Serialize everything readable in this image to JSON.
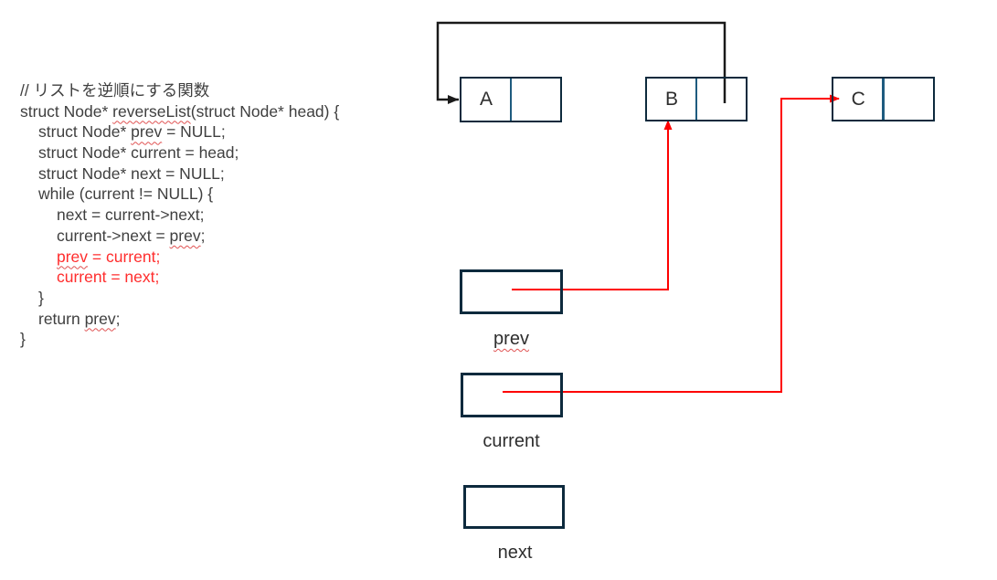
{
  "colors": {
    "bg": "#ffffff",
    "code-text": "#3f3f3f",
    "code-red": "#ff2d2d",
    "arrow-black": "#1a1a1a",
    "arrow-red": "#fe0000",
    "box-border": "#0d2a3d",
    "box-divider": "#1e5b7f",
    "squiggle": "#e05252",
    "label-text": "#2e2e2e"
  },
  "code": {
    "lines": [
      {
        "indent": 0,
        "red": false,
        "segments": [
          {
            "t": "// リストを逆順にする関数"
          }
        ]
      },
      {
        "indent": 0,
        "red": false,
        "segments": [
          {
            "t": "struct Node* "
          },
          {
            "t": "reverseList",
            "wavy": true
          },
          {
            "t": "(struct Node* head) {"
          }
        ]
      },
      {
        "indent": 1,
        "red": false,
        "segments": [
          {
            "t": "struct Node* "
          },
          {
            "t": "prev",
            "wavy": true
          },
          {
            "t": " = NULL;"
          }
        ]
      },
      {
        "indent": 1,
        "red": false,
        "segments": [
          {
            "t": "struct Node* current = head;"
          }
        ]
      },
      {
        "indent": 1,
        "red": false,
        "segments": [
          {
            "t": "struct Node* next = NULL;"
          }
        ]
      },
      {
        "indent": 1,
        "red": false,
        "segments": [
          {
            "t": "while (current != NULL) {"
          }
        ]
      },
      {
        "indent": 2,
        "red": false,
        "segments": [
          {
            "t": "next = current->next;"
          }
        ]
      },
      {
        "indent": 2,
        "red": false,
        "segments": [
          {
            "t": "current->next = "
          },
          {
            "t": "prev",
            "wavy": true
          },
          {
            "t": ";"
          }
        ]
      },
      {
        "indent": 2,
        "red": true,
        "segments": [
          {
            "t": "prev",
            "wavy": true
          },
          {
            "t": " = current;"
          }
        ]
      },
      {
        "indent": 2,
        "red": true,
        "segments": [
          {
            "t": "current = next;"
          }
        ]
      },
      {
        "indent": 1,
        "red": false,
        "segments": [
          {
            "t": "}"
          }
        ]
      },
      {
        "indent": 1,
        "red": false,
        "segments": [
          {
            "t": "return "
          },
          {
            "t": "prev",
            "wavy": true
          },
          {
            "t": ";"
          }
        ]
      },
      {
        "indent": 0,
        "red": false,
        "segments": [
          {
            "t": "}"
          }
        ]
      }
    ]
  },
  "diagram": {
    "nodes": [
      {
        "label": "A"
      },
      {
        "label": "B"
      },
      {
        "label": "C"
      }
    ],
    "variables": [
      {
        "label": "prev",
        "wavy": true
      },
      {
        "label": "current",
        "wavy": false
      },
      {
        "label": "next",
        "wavy": false
      }
    ],
    "arrows": [
      {
        "name": "b-next-to-a",
        "color": "black",
        "from": "node-B-pointer-cell",
        "to": "node-A-left-edge"
      },
      {
        "name": "prev-to-b",
        "color": "red",
        "from": "var-prev-box",
        "to": "node-B-bottom"
      },
      {
        "name": "current-to-c",
        "color": "red",
        "from": "var-current-box",
        "to": "node-C-left-edge"
      }
    ]
  }
}
